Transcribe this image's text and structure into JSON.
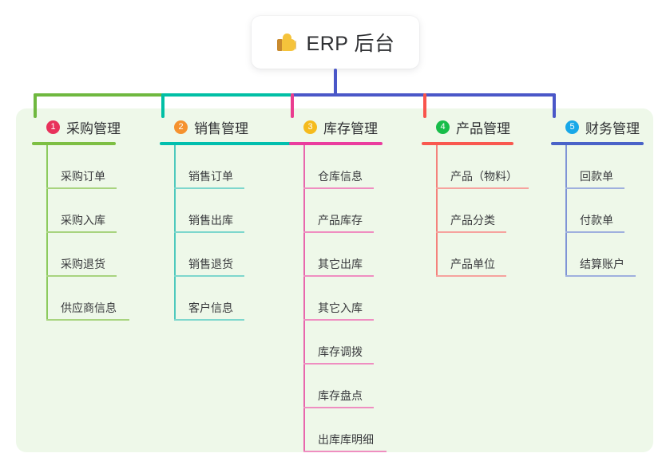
{
  "root": {
    "icon": "thumbs-up-icon",
    "title": "ERP 后台"
  },
  "panel": {
    "background": "#eef8e9"
  },
  "connector": {
    "segments": [
      {
        "name": "trunk-green",
        "color": "#6fb83f"
      },
      {
        "name": "trunk-teal",
        "color": "#01bfa5"
      },
      {
        "name": "trunk-indigo",
        "color": "#4a57c8"
      }
    ],
    "drops": [
      {
        "name": "drop-1",
        "color": "#6fb83f"
      },
      {
        "name": "drop-2",
        "color": "#01bfa5"
      },
      {
        "name": "drop-3",
        "color": "#ea3d8f"
      },
      {
        "name": "drop-4",
        "color": "#f9544c"
      },
      {
        "name": "drop-5",
        "color": "#4a57c8"
      }
    ],
    "root_drop_color": "#4a57c8"
  },
  "columns": [
    {
      "number": "1",
      "title": "采购管理",
      "badge_color": "#e8325b",
      "rule_color": "#7dbf43",
      "spine_color": "#8ccb5e",
      "leaf_rule_color": "#a8d47f",
      "items": [
        {
          "label": "采购订单",
          "rule_width": 88
        },
        {
          "label": "采购入库",
          "rule_width": 88
        },
        {
          "label": "采购退货",
          "rule_width": 88
        },
        {
          "label": "供应商信息",
          "rule_width": 104
        }
      ]
    },
    {
      "number": "2",
      "title": "销售管理",
      "badge_color": "#f5922f",
      "rule_color": "#01bfae",
      "spine_color": "#4ec9bd",
      "leaf_rule_color": "#7ed7cd",
      "items": [
        {
          "label": "销售订单",
          "rule_width": 88
        },
        {
          "label": "销售出库",
          "rule_width": 88
        },
        {
          "label": "销售退货",
          "rule_width": 88
        },
        {
          "label": "客户信息",
          "rule_width": 88
        }
      ]
    },
    {
      "number": "3",
      "title": "库存管理",
      "badge_color": "#f5bb1d",
      "rule_color": "#ea3d9e",
      "spine_color": "#e867ad",
      "leaf_rule_color": "#ef8ec1",
      "items": [
        {
          "label": "仓库信息",
          "rule_width": 88
        },
        {
          "label": "产品库存",
          "rule_width": 88
        },
        {
          "label": "其它出库",
          "rule_width": 88
        },
        {
          "label": "其它入库",
          "rule_width": 88
        },
        {
          "label": "库存调拨",
          "rule_width": 88
        },
        {
          "label": "库存盘点",
          "rule_width": 88
        },
        {
          "label": "出库库明细",
          "rule_width": 104
        }
      ]
    },
    {
      "number": "4",
      "title": "产品管理",
      "badge_color": "#18bd4a",
      "rule_color": "#f9584f",
      "spine_color": "#f4827c",
      "leaf_rule_color": "#f6a39e",
      "items": [
        {
          "label": "产品（物料）",
          "rule_width": 116
        },
        {
          "label": "产品分类",
          "rule_width": 88
        },
        {
          "label": "产品单位",
          "rule_width": 88
        }
      ]
    },
    {
      "number": "5",
      "title": "财务管理",
      "badge_color": "#18a8e8",
      "rule_color": "#4a63c8",
      "spine_color": "#7f94d6",
      "leaf_rule_color": "#9fb0de",
      "items": [
        {
          "label": "回款单",
          "rule_width": 74
        },
        {
          "label": "付款单",
          "rule_width": 74
        },
        {
          "label": "结算账户",
          "rule_width": 88
        }
      ]
    }
  ]
}
